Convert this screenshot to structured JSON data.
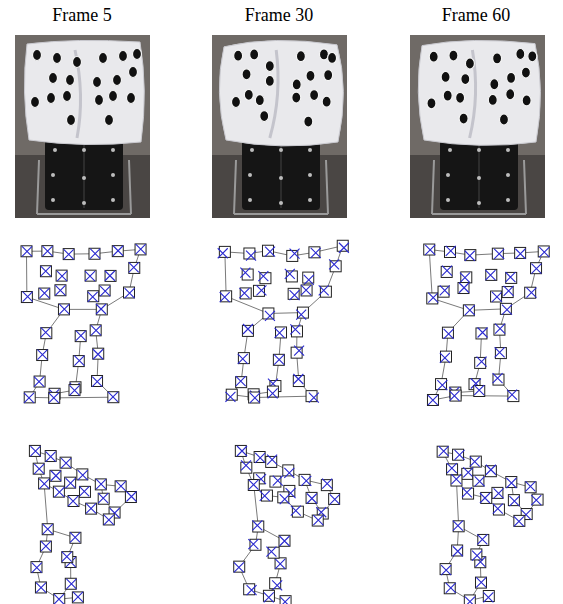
{
  "diagram": {
    "labels": [
      "Frame 5",
      "Frame 30",
      "Frame 60"
    ]
  }
}
